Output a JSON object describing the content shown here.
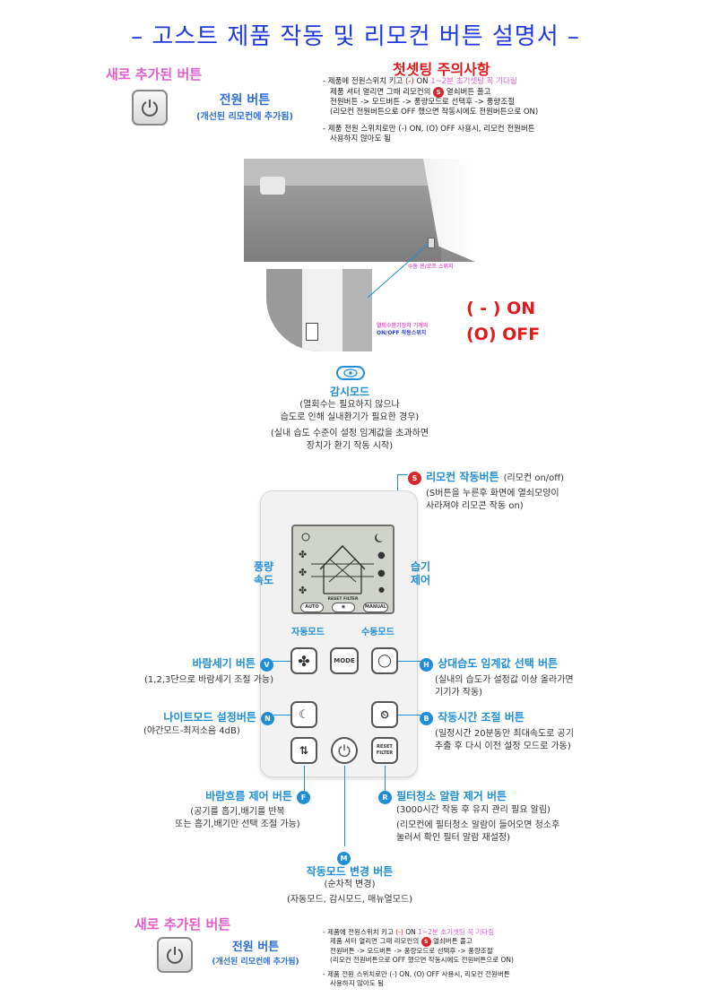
{
  "title": "– 고스트 제품 작동 및 리모컨 버튼 설명서 –",
  "new_button_label": "새로 추가된 버튼",
  "power_button": {
    "title": "전원 버튼",
    "subtitle": "(개선된 리모컨에 추가됨)"
  },
  "caution": {
    "title": "첫셋팅 주의사항",
    "line1_a": "- 제품에 전원스위치 키고 ",
    "line1_b": "(-)",
    "line1_c": " ON  ",
    "line1_d": "1~2분 초기셋팅 꼭 기다림",
    "line2_a": "제품 셔터 열리면 그때 리모컨의 ",
    "line2_b": "S",
    "line2_c": " 열쇠버튼 풀고",
    "line3": "전원버튼 -> 모드버튼 -> 풍량모드로 선택후 -> 풍량조절",
    "line4": "(리모컨 전원버튼으로 OFF 했으면 작동시에도 전원버튼으로 ON)",
    "line5": "- 제품 전원 스위치로만 (-) ON, (O) OFF 사용시, 리모컨 전원버튼",
    "line6": "사용하지 않아도 됨"
  },
  "photo": {
    "label1": "수동 온/오프 스위치",
    "label2a": "열회수환기장치 기계의",
    "label2b": "ON/OFF 작동스위치",
    "on": "( - ) ON",
    "off": "(O) OFF"
  },
  "monitor": {
    "title": "감시모드",
    "sub1": "(열회수는 필요하지 않으나",
    "sub2": "습도로 인해 실내환기가 필요한 경우)",
    "desc1": "(실내 습도 수준이 설정 임계값을 초과하면",
    "desc2": "장치가 환기 작동 시작)"
  },
  "remote_btn": {
    "badge": "S",
    "title": "리모컨 작동버튼",
    "title_suffix": "(리모컨 on/off)",
    "desc1": "(S버튼을 누른후 화면에 열쇠모양이",
    "desc2": "사라져야 리모콘 작동 on)"
  },
  "lcd": {
    "fan_label_a": "풍량",
    "fan_label_b": "속도",
    "hum_label_a": "습기",
    "hum_label_b": "제어",
    "reset_filter": "RESET FILTER",
    "auto": "AUTO",
    "manual": "MANUAL",
    "auto_label": "자동모드",
    "manual_label": "수동모드"
  },
  "buttons": {
    "mode": "MODE",
    "reset": "RESET",
    "filter": "FILTER"
  },
  "wind": {
    "badge": "V",
    "title": "바람세기 버튼",
    "desc": "(1,2,3단으로 바람세기 조절 가능)"
  },
  "humidity": {
    "badge": "H",
    "title": "상대습도 임계값 선택 버튼",
    "desc1": "(실내의 습도가 설정값 이상 올라가면",
    "desc2": "기기가 작동)"
  },
  "night": {
    "badge": "N",
    "title": "나이트모드 설정버튼",
    "desc": "(야간모드-최저소음 4dB)"
  },
  "boost": {
    "badge": "B",
    "title": "작동시간 조절 버튼",
    "desc1": "(일정시간 20분동안 최대속도로 공기",
    "desc2": "추출 후 다시 이전 설정 모드로 가동)"
  },
  "flow": {
    "badge": "F",
    "title": "바람흐름 제어 버튼",
    "desc1": "(공기를 흡기,배기를 반복",
    "desc2": "또는 흡기,배기만 선택 조절 가능)"
  },
  "filter_alarm": {
    "badge": "R",
    "title": "필터청소 알람 제거 버튼",
    "sub": "(3000시간 작동 후 유지 관리 필요 알림)",
    "desc1": "(리모컨에 필터청소 알람이 들어오면 청소후",
    "desc2": "눌러서 확인 필터 알람 재설정)"
  },
  "mode_change": {
    "badge": "M",
    "title": "작동모드 변경 버튼",
    "sub": "(순차적 변경)",
    "desc": "(자동모드, 감시모드, 매뉴얼모드)"
  },
  "icons": [
    "power-icon",
    "fan-icon",
    "drop-icon",
    "moon-icon",
    "clock-icon",
    "airflow-icon",
    "eye-icon",
    "house-icon"
  ]
}
